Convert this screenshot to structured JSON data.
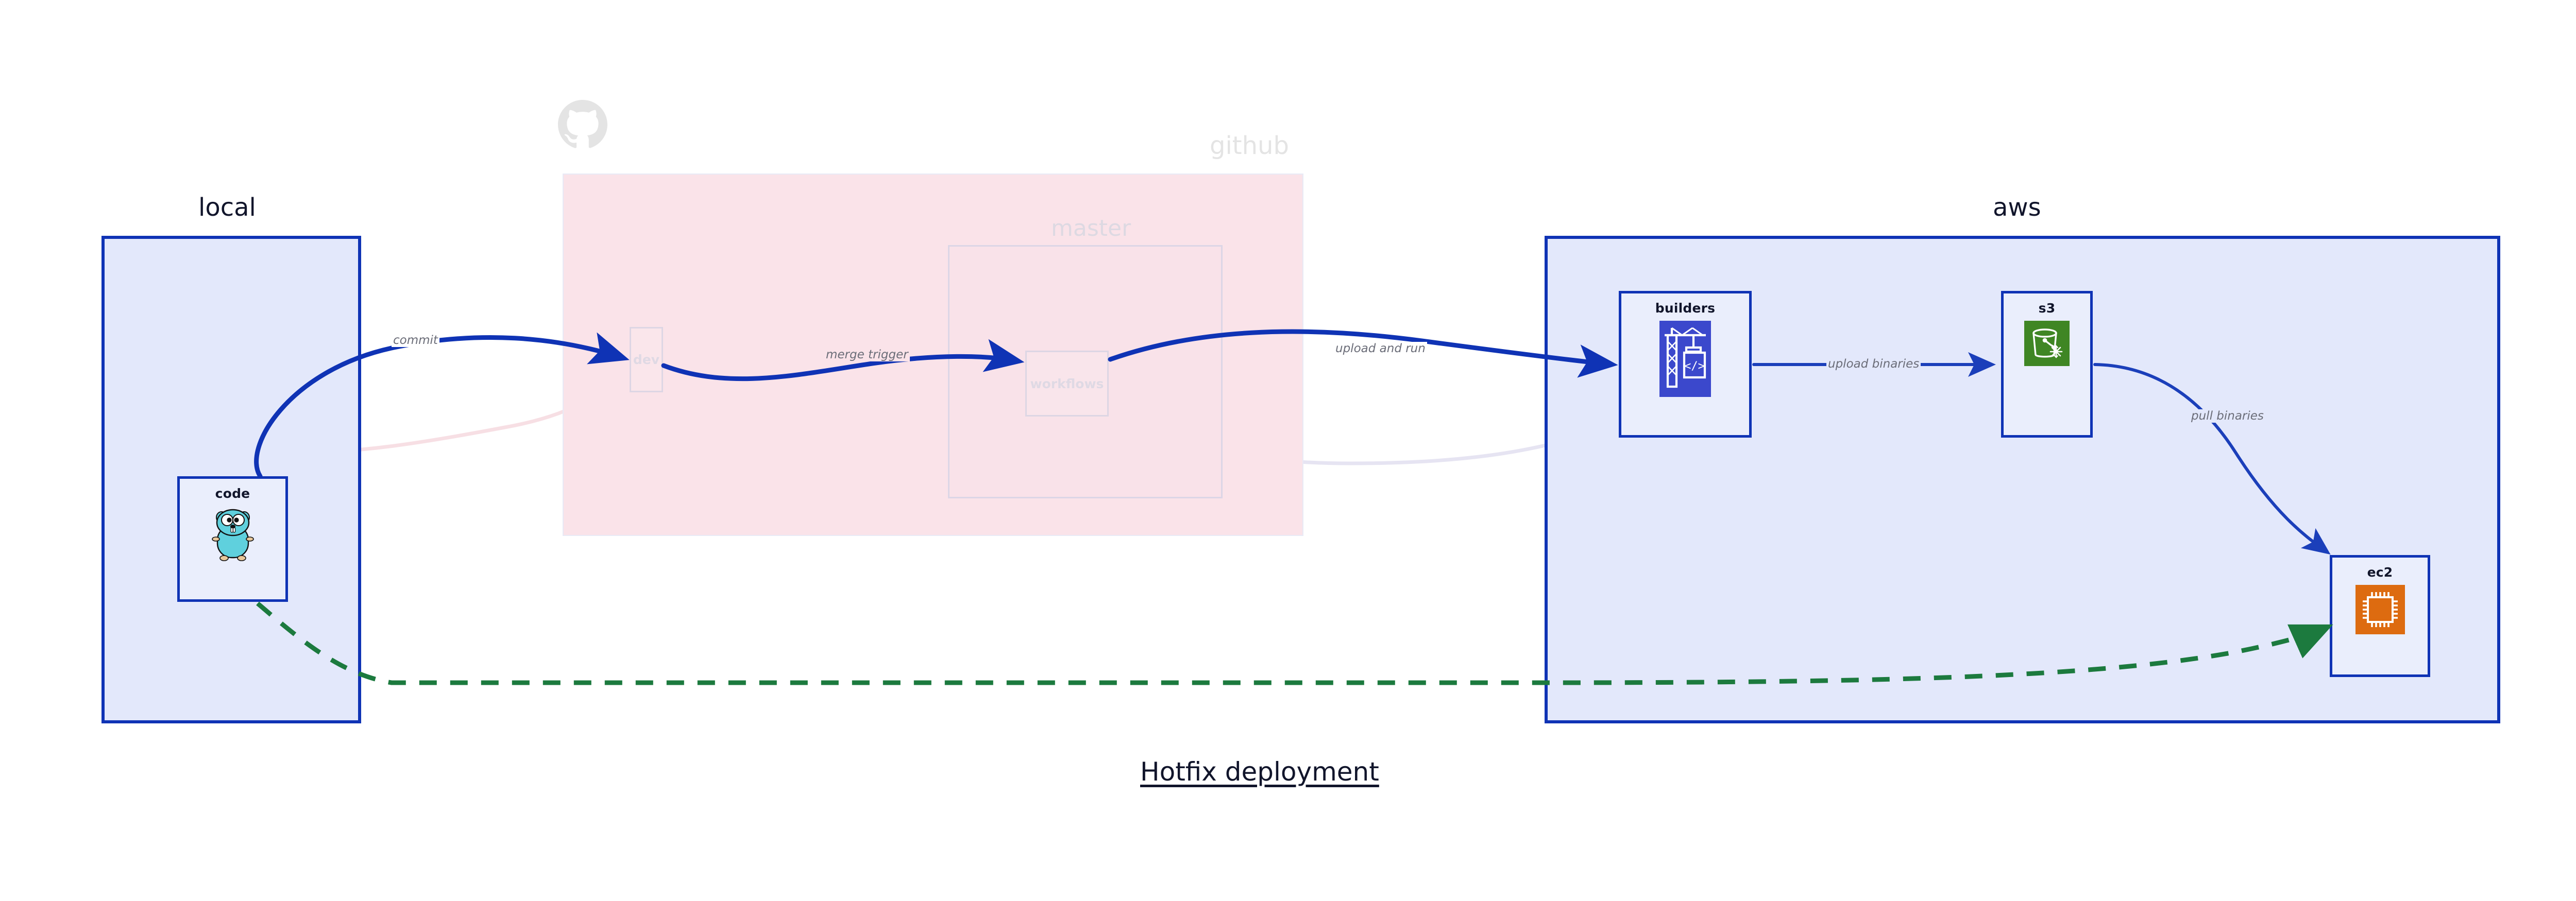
{
  "diagram": {
    "title": "Hotfix deployment",
    "colors": {
      "group_border_solid": "#0f33b5",
      "group_fill_solid": "#e3e8fb",
      "github_fill": "#fae3e9",
      "node_fill": "#eaeefc",
      "edge_solid": "#0f33b5",
      "edge_dashed": "#1c7a3e",
      "edge_ghost_pink": "#f7dfe4",
      "edge_ghost_lilac": "#e0dced",
      "label_text": "#6b6d78",
      "ghost_text": "#e4e4e4",
      "builders_icon_bg": "#3b48cc",
      "s3_icon_bg": "#3f8624",
      "ec2_icon_bg": "#dd6b10",
      "gopher_body": "#5fd0dd"
    },
    "groups": [
      {
        "id": "local",
        "label": "local",
        "state": "active"
      },
      {
        "id": "github",
        "label": "github",
        "state": "ghost"
      },
      {
        "id": "master",
        "label": "master",
        "state": "ghost"
      },
      {
        "id": "aws",
        "label": "aws",
        "state": "active"
      }
    ],
    "nodes": [
      {
        "id": "code",
        "label": "code",
        "icon": "go-gopher-icon",
        "group": "local",
        "state": "active"
      },
      {
        "id": "dev",
        "label": "dev",
        "icon": "none",
        "group": "github",
        "state": "ghost"
      },
      {
        "id": "workflows",
        "label": "workflows",
        "icon": "none",
        "group": "master",
        "state": "ghost"
      },
      {
        "id": "builders",
        "label": "builders",
        "icon": "codebuild-icon",
        "group": "aws",
        "state": "active"
      },
      {
        "id": "s3",
        "label": "s3",
        "icon": "s3-bucket-icon",
        "group": "aws",
        "state": "active"
      },
      {
        "id": "ec2",
        "label": "ec2",
        "icon": "cpu-chip-icon",
        "group": "aws",
        "state": "active"
      }
    ],
    "edges": [
      {
        "id": "commit",
        "label": "commit",
        "from": "code",
        "to": "dev",
        "style": "solid",
        "state": "active"
      },
      {
        "id": "merge-trigger",
        "label": "merge trigger",
        "from": "dev",
        "to": "workflows",
        "style": "solid",
        "state": "active"
      },
      {
        "id": "upload-and-run",
        "label": "upload and run",
        "from": "workflows",
        "to": "builders",
        "style": "solid",
        "state": "active"
      },
      {
        "id": "upload-binaries",
        "label": "upload binaries",
        "from": "builders",
        "to": "s3",
        "style": "solid",
        "state": "active"
      },
      {
        "id": "pull-binaries",
        "label": "pull binaries",
        "from": "s3",
        "to": "ec2",
        "style": "solid",
        "state": "active"
      },
      {
        "id": "deploy-direct",
        "label": "",
        "from": "code",
        "to": "ec2",
        "style": "dashed",
        "state": "active"
      },
      {
        "id": "ghost-code-dev",
        "label": "",
        "from": "code",
        "to": "dev",
        "style": "solid",
        "state": "ghost"
      },
      {
        "id": "ghost-dev-workflows",
        "label": "",
        "from": "dev",
        "to": "workflows",
        "style": "solid",
        "state": "ghost"
      },
      {
        "id": "ghost-workflows-builders",
        "label": "",
        "from": "workflows",
        "to": "builders",
        "style": "solid",
        "state": "ghost"
      }
    ],
    "brand": {
      "github_logo": "github-octocat-icon"
    }
  }
}
